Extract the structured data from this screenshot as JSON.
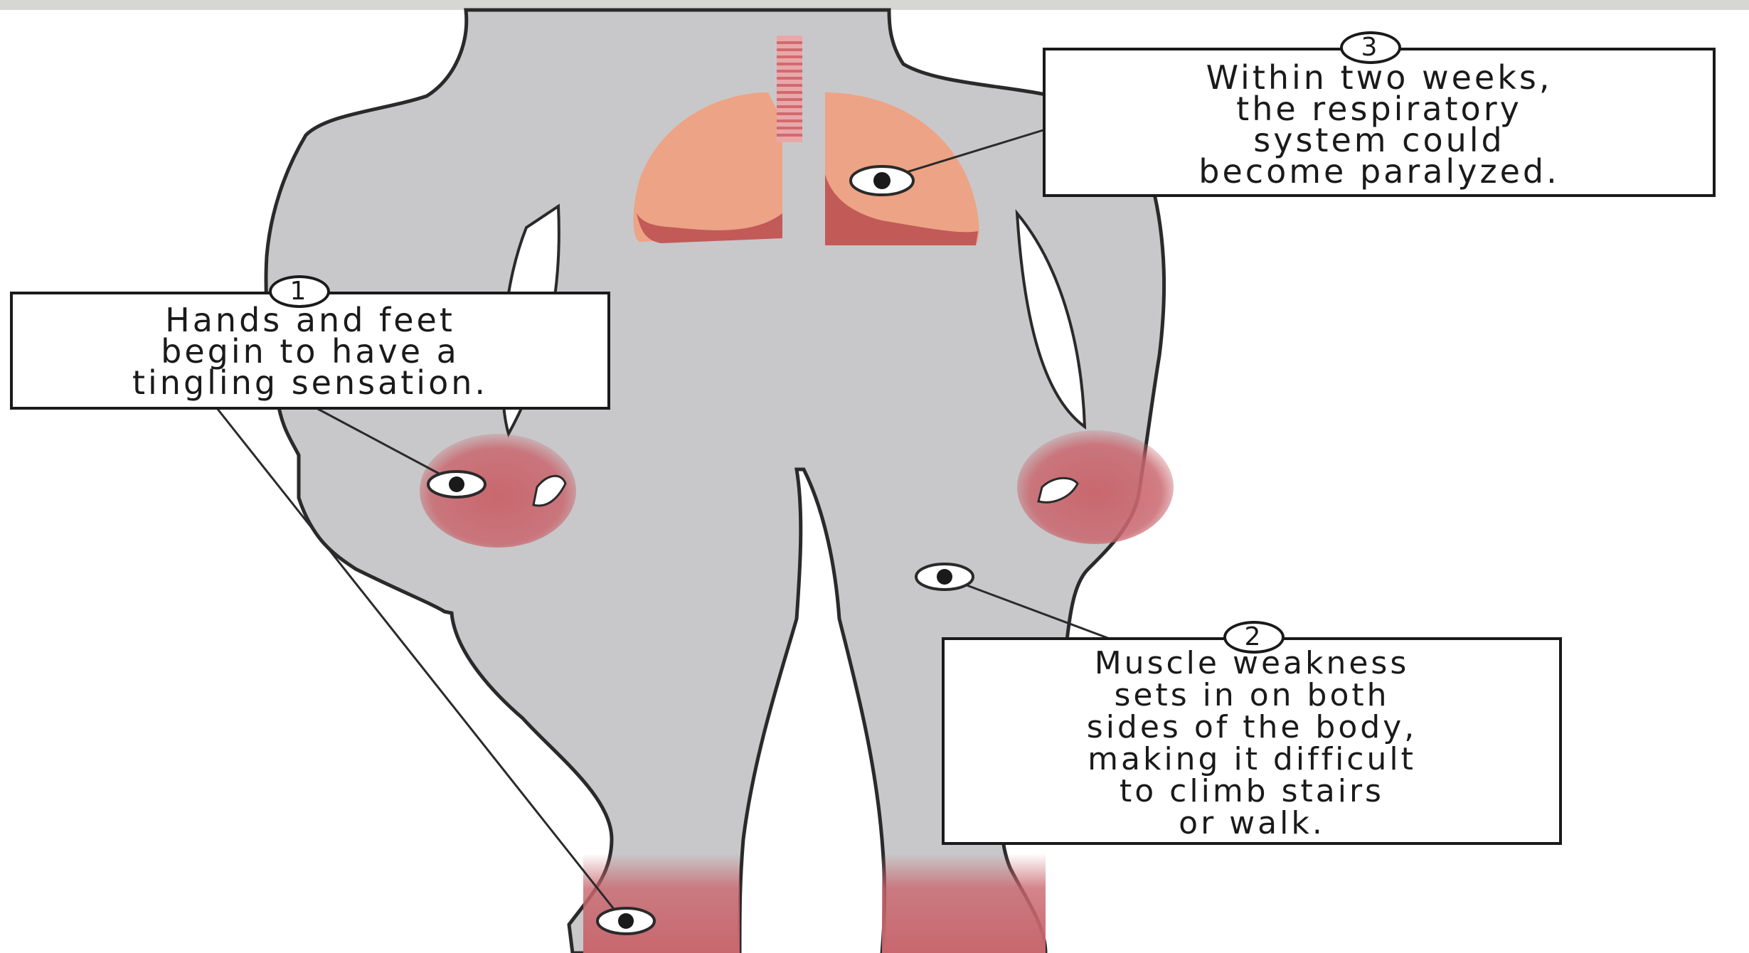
{
  "callouts": [
    {
      "number": "1",
      "text": "Hands and feet\nbegin to have a\ntingling sensation."
    },
    {
      "number": "2",
      "text": "Muscle weakness\nsets in on both\nsides of the body,\nmaking it difficult\nto climb stairs\nor walk."
    },
    {
      "number": "3",
      "text": "Within two weeks,\nthe respiratory\nsystem could\nbecome paralyzed."
    }
  ],
  "colors": {
    "body": "#c8c8ca",
    "outline": "#2a2a2a",
    "lung": "#eda385",
    "lung_shade": "#c25a58",
    "tingling": "#c9676e",
    "trachea": "#d06a6e",
    "background": "#ffffff"
  },
  "icons": [
    "marker-dot-icon"
  ]
}
